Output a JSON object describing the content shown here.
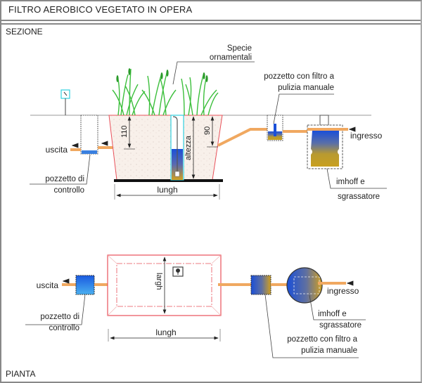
{
  "title": "FILTRO AEROBICO VEGETATO IN OPERA",
  "sections": {
    "section_view": "SEZIONE",
    "plan_view": "PIANTA"
  },
  "section_labels": {
    "plants": [
      "Specie",
      "ornamentali"
    ],
    "filter_well": [
      "pozzetto con filtro a",
      "pulizia manuale"
    ],
    "inlet": "ingresso",
    "outlet": "uscita",
    "imhoff": [
      "imhoff  e",
      "sgrassatore"
    ],
    "control_well": [
      "pozzetto di",
      "controllo"
    ],
    "dim_depth_left": "110",
    "dim_depth_right": "90",
    "dim_height": "altezza",
    "dim_length": "lungh"
  },
  "plan_labels": {
    "outlet": "uscita",
    "inlet": "ingresso",
    "control_well": [
      "pozzetto di",
      "controllo"
    ],
    "imhoff": [
      "imhoff  e",
      "sgrassatore"
    ],
    "filter_well": [
      "pozzetto con filtro a",
      "pulizia manuale"
    ],
    "dim_width": "largh",
    "dim_length": "lungh"
  },
  "colors": {
    "frame": "#888888",
    "basin_outline": "#e8505a",
    "gravel": "#f7efe8",
    "pipe": "#f0a860",
    "water_blue": "#1a4fd8",
    "sludge": "#c8a020",
    "plant_green": "#3cbf3c",
    "cyan": "#30d0e0"
  }
}
